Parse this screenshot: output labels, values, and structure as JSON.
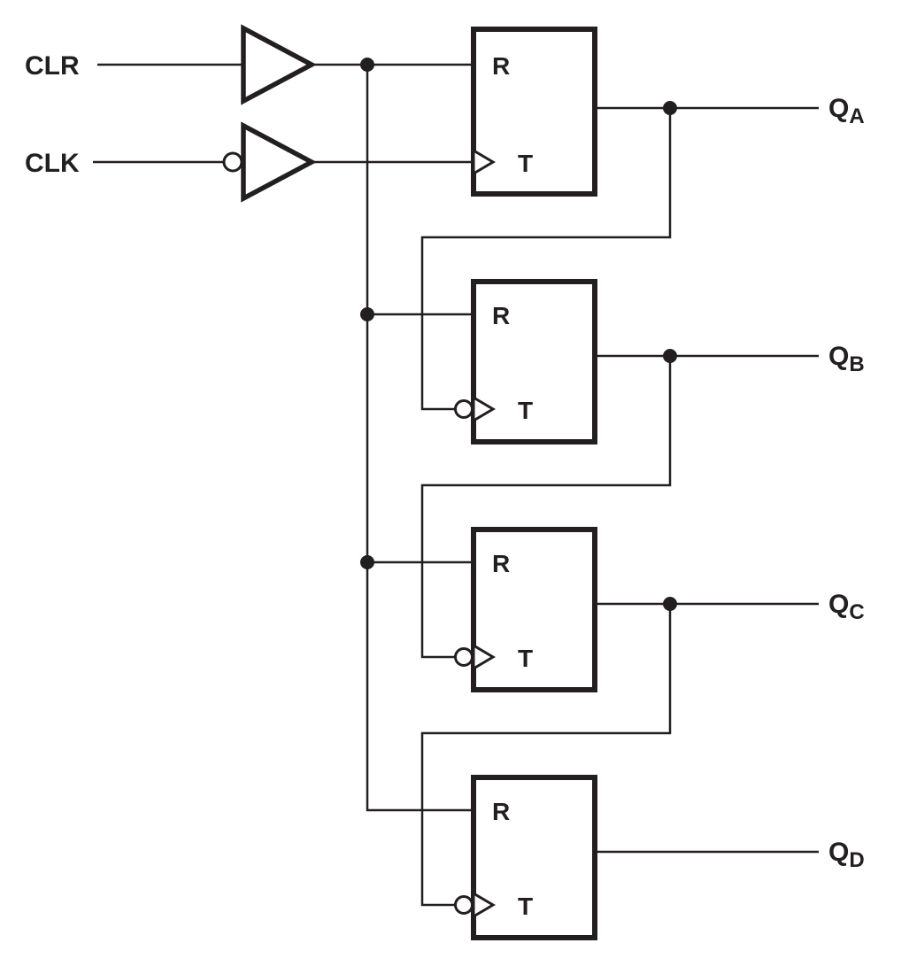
{
  "diagram": {
    "inputs": {
      "clr": "CLR",
      "clk": "CLK"
    },
    "flipflops": [
      {
        "reset_label": "R",
        "toggle_label": "T",
        "output": {
          "main": "Q",
          "sub": "A"
        }
      },
      {
        "reset_label": "R",
        "toggle_label": "T",
        "output": {
          "main": "Q",
          "sub": "B"
        }
      },
      {
        "reset_label": "R",
        "toggle_label": "T",
        "output": {
          "main": "Q",
          "sub": "C"
        }
      },
      {
        "reset_label": "R",
        "toggle_label": "T",
        "output": {
          "main": "Q",
          "sub": "D"
        }
      }
    ],
    "colors": {
      "line": "#231f20",
      "background": "#ffffff"
    }
  }
}
